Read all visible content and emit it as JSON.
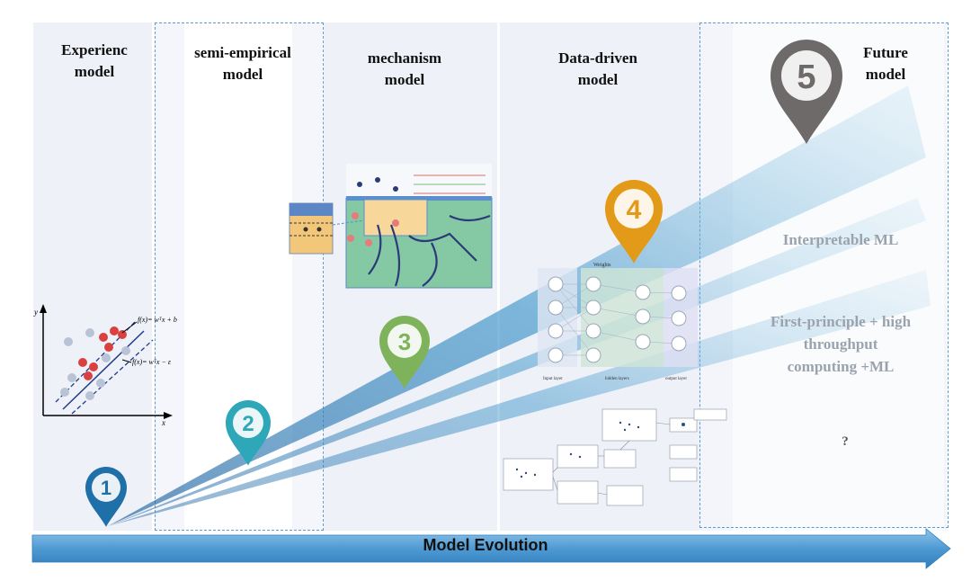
{
  "columns": [
    {
      "line1": "Experienc",
      "line2": "model"
    },
    {
      "line1": "semi-empirical",
      "line2": "model"
    },
    {
      "line1": "mechanism",
      "line2": "model"
    },
    {
      "line1": "Data-driven",
      "line2": "model"
    },
    {
      "line1": "Future",
      "line2": "model"
    }
  ],
  "markers": [
    {
      "number": "1",
      "color": "#1f6fa8"
    },
    {
      "number": "2",
      "color": "#2ea7b8"
    },
    {
      "number": "3",
      "color": "#7fb35b"
    },
    {
      "number": "4",
      "color": "#e39a18"
    },
    {
      "number": "5",
      "color": "#6e6a69"
    }
  ],
  "future": {
    "item1": "Interpretable ML",
    "item2_line1": "First-principle + high",
    "item2_line2": "throughput",
    "item2_line3": "computing +ML",
    "unknown": "?"
  },
  "plot": {
    "eq1": "f(x)= wᵀx + b",
    "eq2": "f(x)= wᵀx − ε",
    "y": "y",
    "x": "x"
  },
  "nn": {
    "label_input": "Input layer",
    "label_hidden": "hidden layers",
    "label_output": "output layer",
    "weights": "Weights"
  },
  "evolution_label": "Model Evolution"
}
